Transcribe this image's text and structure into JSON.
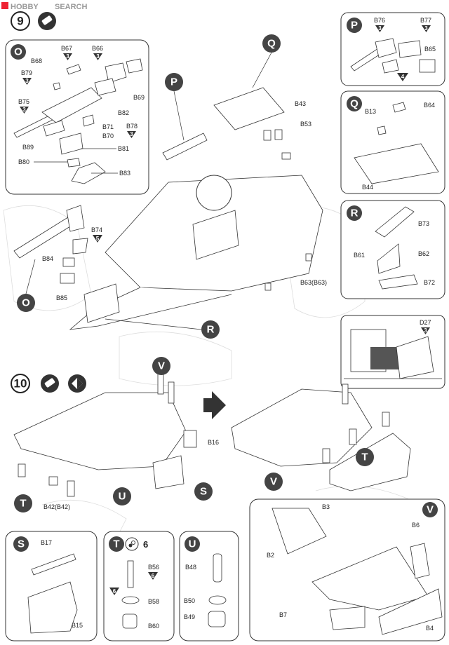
{
  "watermark": {
    "brand": "HOBBY",
    "word": "SEARCH"
  },
  "steps": {
    "nine": "9",
    "ten": "10"
  },
  "circles": {
    "O": "O",
    "P": "P",
    "Q": "Q",
    "R": "R",
    "S": "S",
    "T": "T",
    "U": "U",
    "V": "V"
  },
  "panel_O": {
    "B67": "B67",
    "B66": "B66",
    "B68": "B68",
    "B79": "B79",
    "B75": "B75",
    "B69": "B69",
    "B82": "B82",
    "B71": "B71",
    "B70": "B70",
    "B78": "B78",
    "B89": "B89",
    "B81": "B81",
    "B80": "B80",
    "B83": "B83",
    "q3": "3"
  },
  "panel_P": {
    "B76": "B76",
    "B77": "B77",
    "B65": "B65",
    "q3": "3",
    "q4": "4"
  },
  "panel_Q": {
    "B13": "B13",
    "B64": "B64",
    "B44": "B44"
  },
  "panel_R": {
    "B73": "B73",
    "B61": "B61",
    "B62": "B62",
    "B72": "B72"
  },
  "panel_D": {
    "D27": "D27",
    "q3": "3"
  },
  "step9_main": {
    "B43": "B43",
    "B53": "B53",
    "B74": "B74",
    "q5": "5",
    "B84": "B84",
    "B85": "B85",
    "B63": "B63(B63)"
  },
  "step10_main": {
    "B16": "B16",
    "B42": "B42(B42)"
  },
  "panel_V": {
    "B3": "B3",
    "B2": "B2",
    "B6": "B6",
    "B7": "B7",
    "B4": "B4"
  },
  "panel_S": {
    "B17": "B17",
    "B15": "B15"
  },
  "panel_T": {
    "count": "6",
    "B56": "B56",
    "q6": "6",
    "B58": "B58",
    "B60": "B60"
  },
  "panel_U": {
    "B48": "B48",
    "B50": "B50",
    "B49": "B49"
  }
}
